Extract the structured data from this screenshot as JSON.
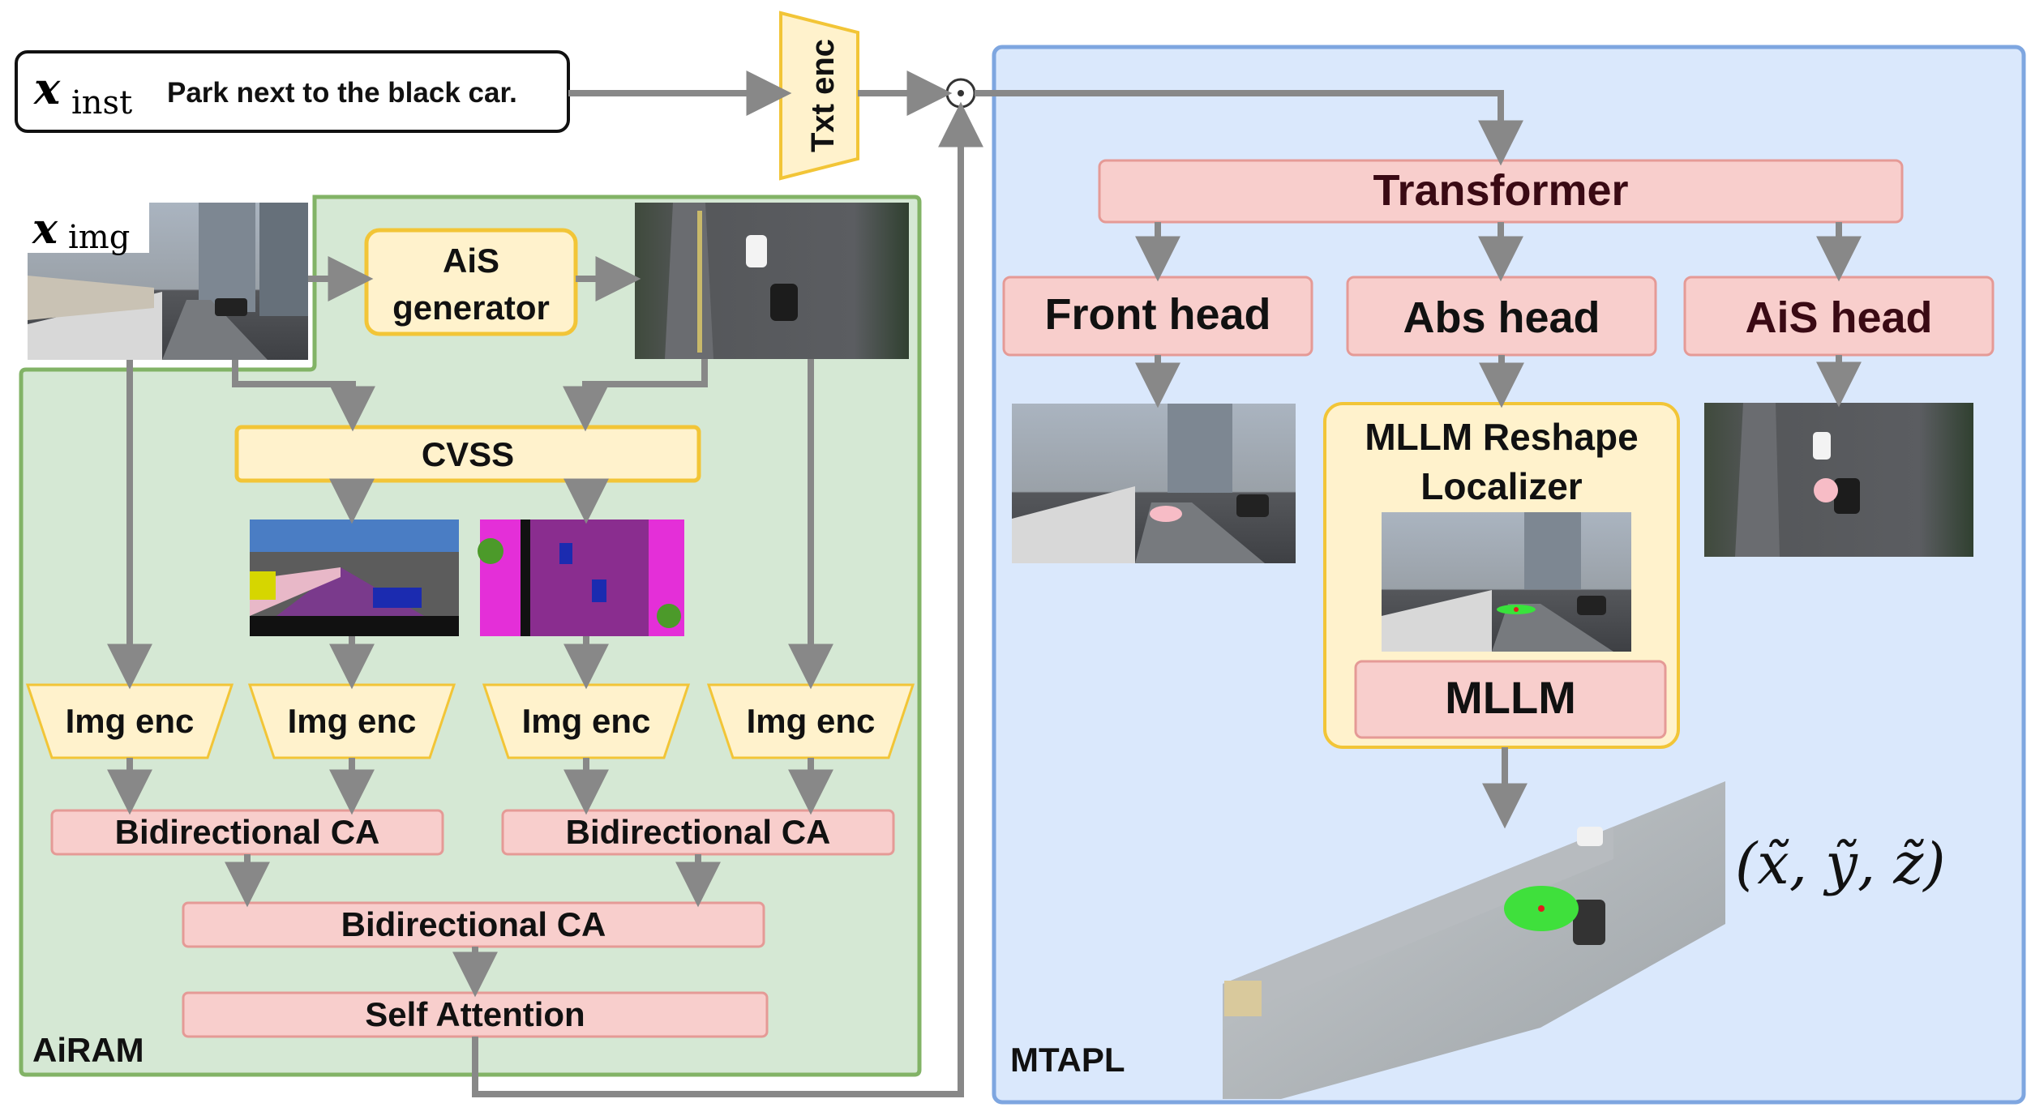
{
  "instruction": {
    "symbol": "x",
    "subscript": "inst",
    "text": "Park next to the black car."
  },
  "image_input": {
    "symbol": "x",
    "subscript": "img"
  },
  "text_encoder": "Txt enc",
  "airam": {
    "label": "AiRAM",
    "ais_generator": [
      "AiS",
      "generator"
    ],
    "cvss": "CVSS",
    "img_encoders": [
      "Img enc",
      "Img enc",
      "Img enc",
      "Img enc"
    ],
    "cross_attention_left": "Bidirectional CA",
    "cross_attention_right": "Bidirectional CA",
    "cross_attention_merge": "Bidirectional CA",
    "self_attention": "Self Attention"
  },
  "mtapl": {
    "label": "MTAPL",
    "transformer": "Transformer",
    "heads": [
      "Front head",
      "Abs head",
      "AiS head"
    ],
    "localizer_title": [
      "MLLM Reshape",
      "Localizer"
    ],
    "mllm": "MLLM",
    "output": "(x̃, ỹ, z̃)"
  },
  "colors": {
    "airam_fill": "#d5e8d4",
    "airam_border": "#82b366",
    "mtapl_fill": "#dae8fc",
    "mtapl_border": "#7ea6e0",
    "module_pink": "#f8cecc",
    "module_pink_border": "#e59a96",
    "module_yellow": "#fff2cc",
    "module_yellow_border": "#f2c537",
    "arrow": "#888888"
  }
}
